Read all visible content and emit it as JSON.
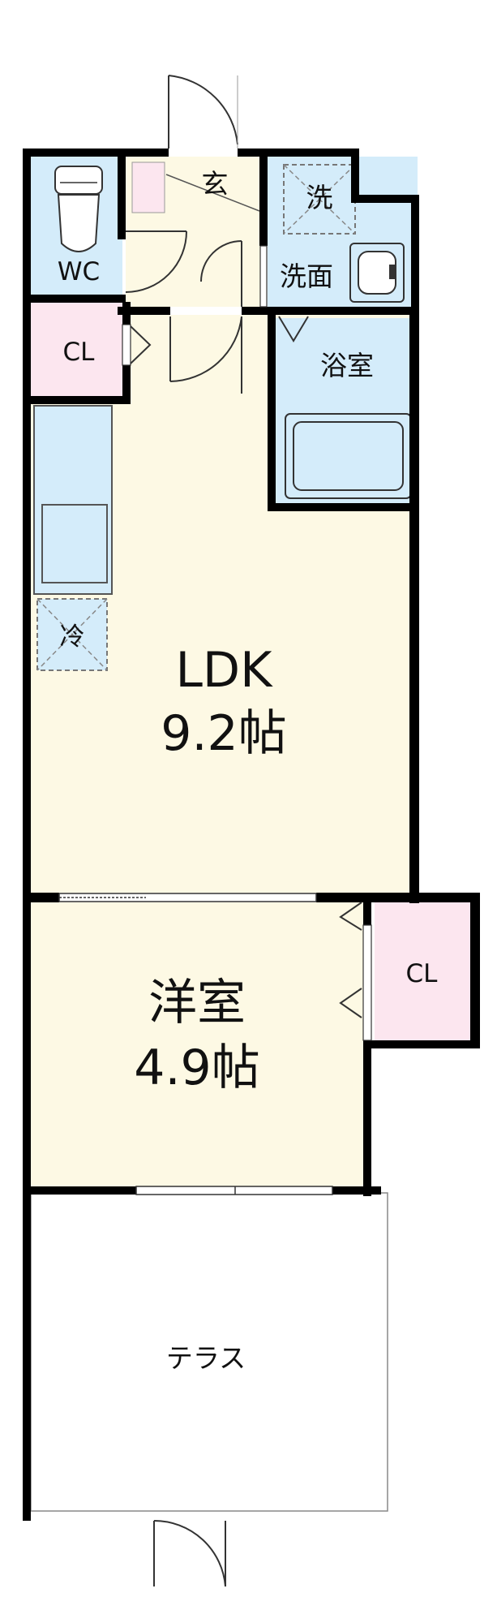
{
  "rooms": {
    "entrance": "玄",
    "wc": "WC",
    "closet_top": "CL",
    "washer": "洗",
    "washroom": "洗面",
    "bathroom": "浴室",
    "fridge": "冷",
    "ldk_name": "LDK",
    "ldk_size": "9.2帖",
    "western_name": "洋室",
    "western_size": "4.9帖",
    "closet_right": "CL",
    "terrace": "テラス"
  },
  "colors": {
    "wall": "#000000",
    "floor_main": "#fdf9e4",
    "wet_area": "#d4ecfa",
    "closet": "#fce6ef",
    "outline": "#444444"
  }
}
